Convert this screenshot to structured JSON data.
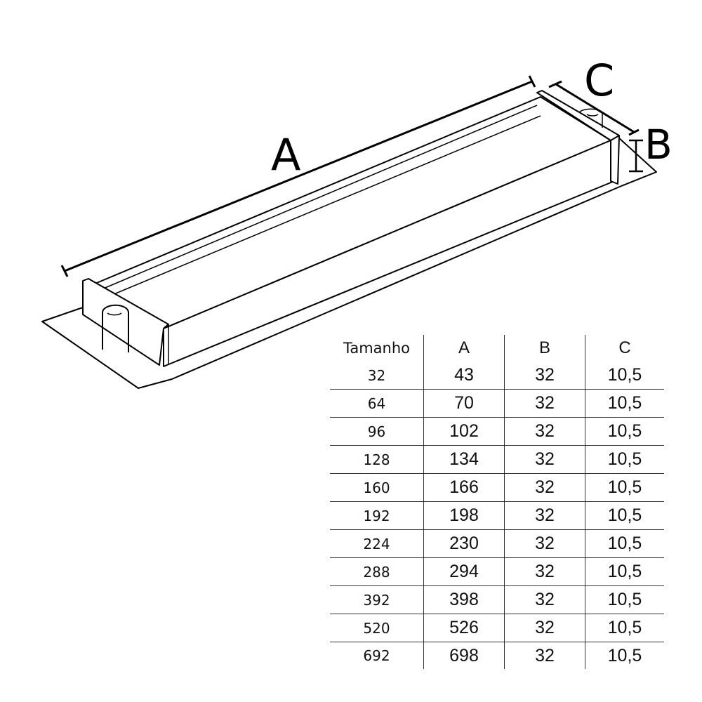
{
  "labels": {
    "a": "A",
    "b": "B",
    "c": "C"
  },
  "table": {
    "headers": [
      "Tamanho",
      "A",
      "B",
      "C"
    ],
    "rows": [
      [
        "32",
        "43",
        "32",
        "10,5"
      ],
      [
        "64",
        "70",
        "32",
        "10,5"
      ],
      [
        "96",
        "102",
        "32",
        "10,5"
      ],
      [
        "128",
        "134",
        "32",
        "10,5"
      ],
      [
        "160",
        "166",
        "32",
        "10,5"
      ],
      [
        "192",
        "198",
        "32",
        "10,5"
      ],
      [
        "224",
        "230",
        "32",
        "10,5"
      ],
      [
        "288",
        "294",
        "32",
        "10,5"
      ],
      [
        "392",
        "398",
        "32",
        "10,5"
      ],
      [
        "520",
        "526",
        "32",
        "10,5"
      ],
      [
        "692",
        "698",
        "32",
        "10,5"
      ]
    ]
  }
}
